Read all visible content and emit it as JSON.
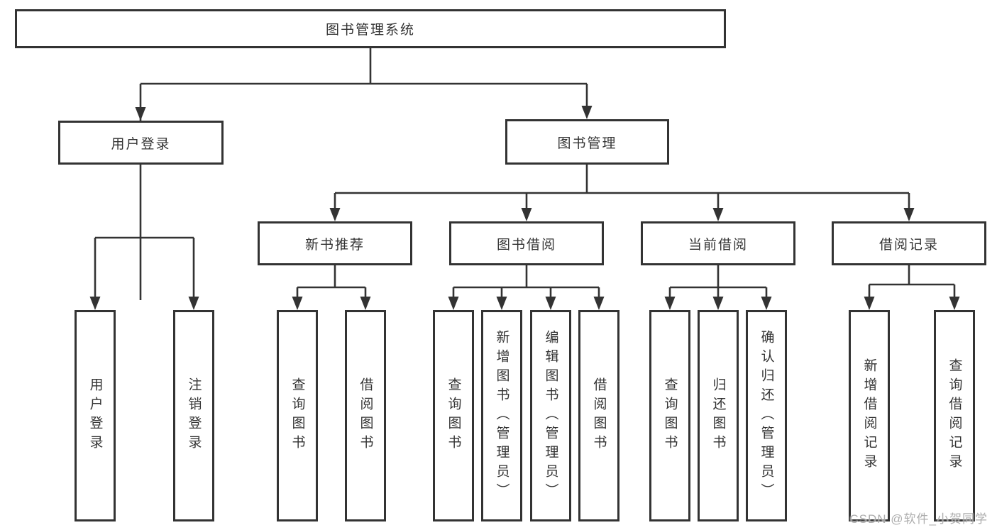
{
  "diagram": {
    "root": {
      "label": "图书管理系统"
    },
    "branches": [
      {
        "label": "用户登录",
        "children": [
          {
            "label": "用户登录"
          },
          {
            "label": "注销登录"
          }
        ]
      },
      {
        "label": "图书管理",
        "children": [
          {
            "label": "新书推荐",
            "children": [
              {
                "label": "查询图书"
              },
              {
                "label": "借阅图书"
              }
            ]
          },
          {
            "label": "图书借阅",
            "children": [
              {
                "label": "查询图书"
              },
              {
                "label": "新增图书（管理员）"
              },
              {
                "label": "编辑图书（管理员）"
              },
              {
                "label": "借阅图书"
              }
            ]
          },
          {
            "label": "当前借阅",
            "children": [
              {
                "label": "查询图书"
              },
              {
                "label": "归还图书"
              },
              {
                "label": "确认归还（管理员）"
              }
            ]
          },
          {
            "label": "借阅记录",
            "children": [
              {
                "label": "新增借阅记录"
              },
              {
                "label": "查询借阅记录"
              }
            ]
          }
        ]
      }
    ]
  },
  "colors": {
    "line": "#333333",
    "text": "#333333",
    "background": "#ffffff",
    "watermark": "#a4a4a4"
  },
  "watermark": "CSDN @软件_小贺同学"
}
